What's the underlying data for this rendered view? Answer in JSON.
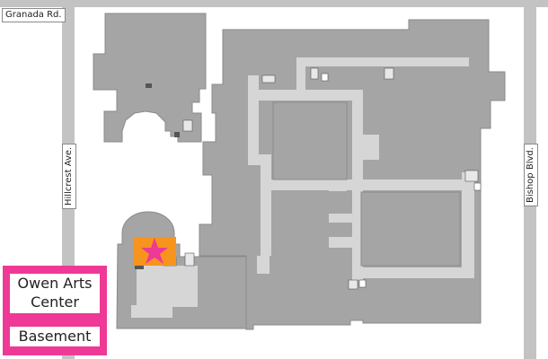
{
  "map": {
    "streets": {
      "top": "Granada Rd.",
      "left": "Hillcrest Ave.",
      "right": "Bishop Blvd."
    },
    "building": {
      "name": "Owen Arts Center"
    },
    "floor": "Basement",
    "colors": {
      "street": "#c3c3c3",
      "building": "#a5a5a5",
      "building_outline": "#8a8a8a",
      "corridor": "#d6d6d6",
      "highlight_room": "#f7941d",
      "star_marker": "#ee3a96",
      "title_border": "#ee3a96"
    },
    "icons": [
      "stairs-icon",
      "elevator-icon",
      "restroom-icon",
      "location-star-icon"
    ]
  }
}
